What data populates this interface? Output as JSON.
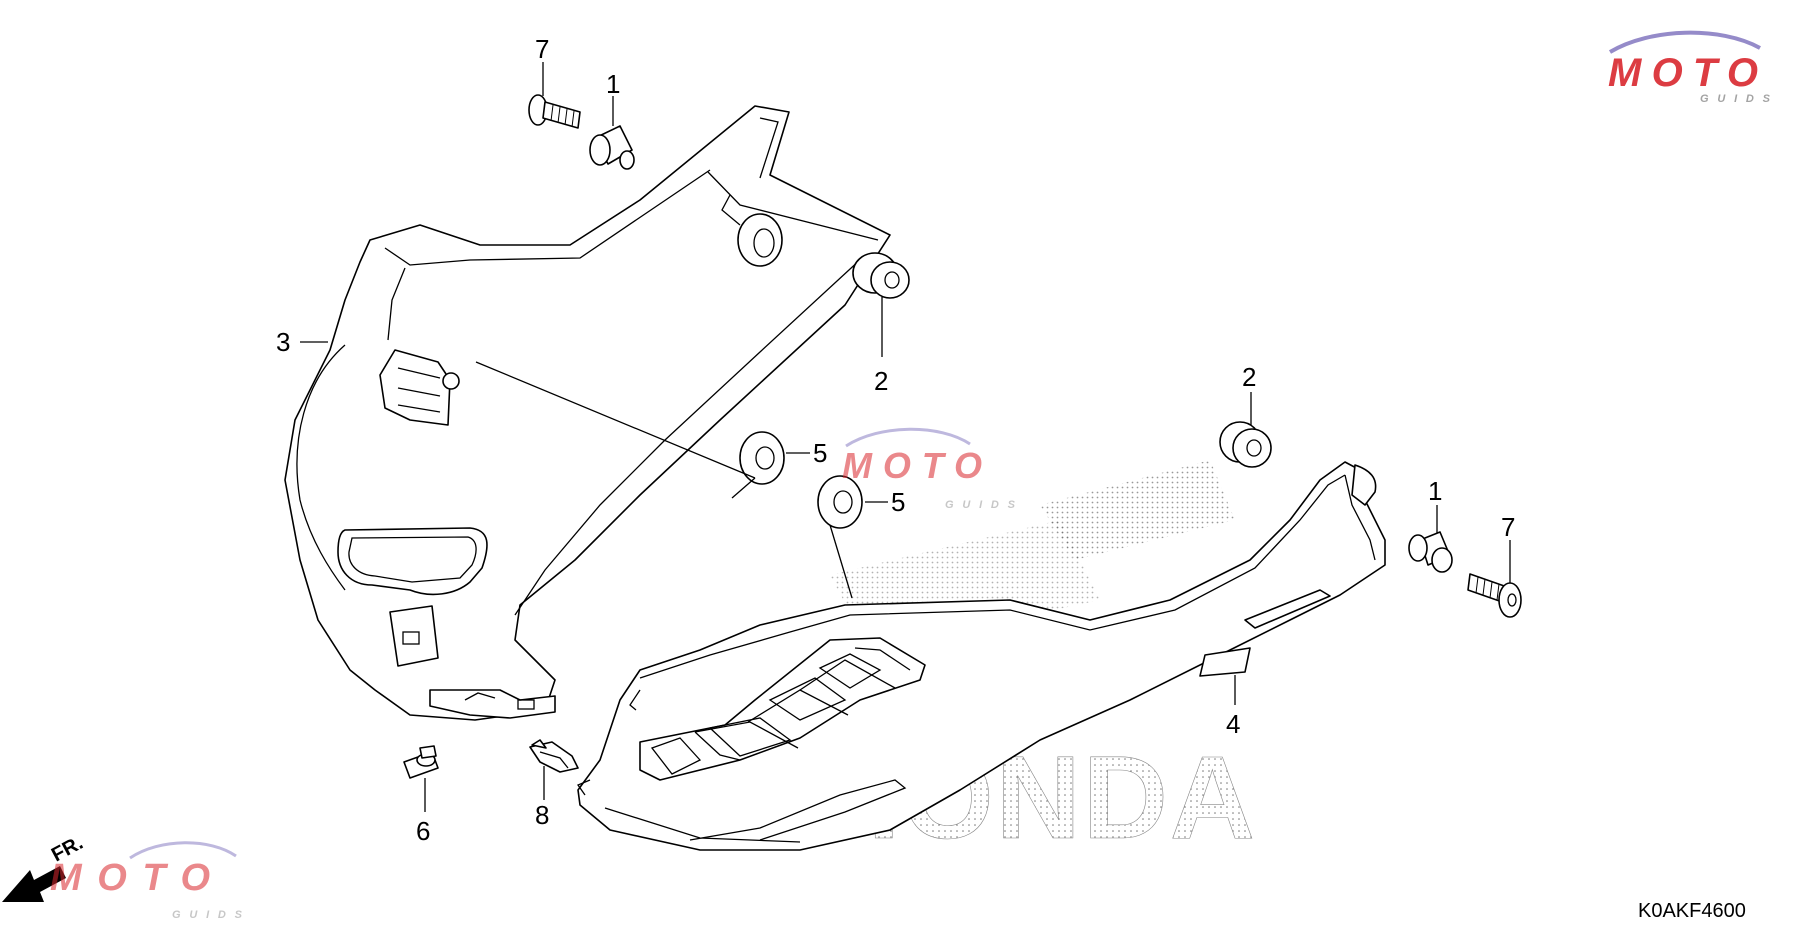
{
  "diagram": {
    "drawing_code": "K0AKF4600",
    "front_indicator": "FR.",
    "background_brand": "HONDA",
    "watermark": {
      "main": "MOTO",
      "sub": "GUIDS",
      "colors": {
        "red": "#d9272e",
        "gray": "#9a9a9a",
        "purple": "#8a7fc4"
      }
    },
    "callouts": [
      {
        "id": "c7a",
        "label": "7"
      },
      {
        "id": "c1a",
        "label": "1"
      },
      {
        "id": "c3",
        "label": "3"
      },
      {
        "id": "c2a",
        "label": "2"
      },
      {
        "id": "c5a",
        "label": "5"
      },
      {
        "id": "c5b",
        "label": "5"
      },
      {
        "id": "c2b",
        "label": "2"
      },
      {
        "id": "c1b",
        "label": "1"
      },
      {
        "id": "c7b",
        "label": "7"
      },
      {
        "id": "c4",
        "label": "4"
      },
      {
        "id": "c6",
        "label": "6"
      },
      {
        "id": "c8",
        "label": "8"
      }
    ]
  }
}
